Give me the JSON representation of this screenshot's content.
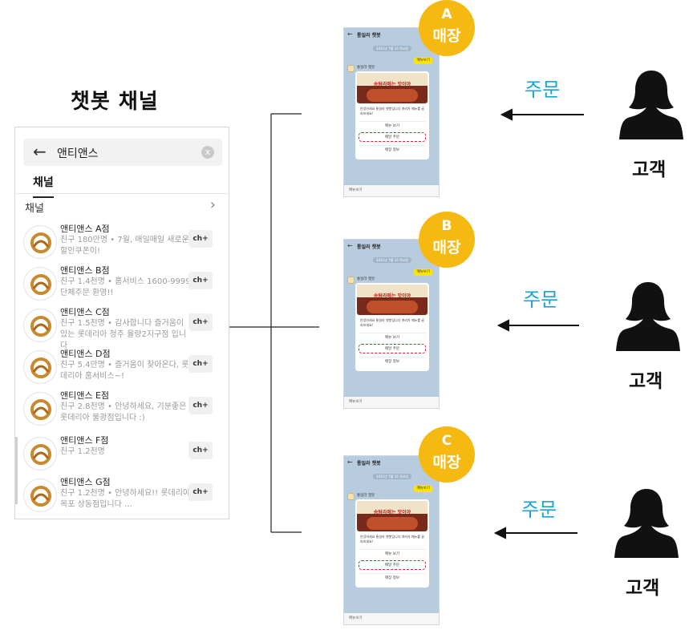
{
  "channel_list": {
    "title": "챗봇 채널",
    "search_query": "앤티앤스",
    "clear_label": "x",
    "tab": "채널",
    "section": "채널",
    "items": [
      {
        "name": "앤티앤스 A점",
        "desc": "친구 180만명 • 7월, 매일매일 새로운 할인쿠폰이!",
        "chat": "ch+"
      },
      {
        "name": "앤티앤스 B점",
        "desc": "친구 1.4천명 • 홈서비스 1600-9999 단체주문 환영!!",
        "chat": "ch+"
      },
      {
        "name": "앤티앤스 C점",
        "desc": "친구 1.5천명 • 감사합니다 즐거움이 있는 롯데리아 청주 율량2지구점 입니다",
        "chat": "ch+"
      },
      {
        "name": "앤티앤스 D점",
        "desc": "친구 5.4만명 • 즐거움이 찾아온다, 롯데리아 홈서비스~!",
        "chat": "ch+"
      },
      {
        "name": "앤티앤스 E점",
        "desc": "친구 2.8천명 • 안녕하세요, 기분좋은 롯데리아 불광점입니다 :)",
        "chat": "ch+"
      },
      {
        "name": "앤티앤스 F점",
        "desc": "친구 1.2천명",
        "chat": "ch+"
      },
      {
        "name": "앤티앤스 G점",
        "desc": "친구 1.2천명 • 안녕하세요!! 롯데리아 목포 상동점입니다 …",
        "chat": "ch+"
      }
    ]
  },
  "phone_screen": {
    "title": "통일라 챗봇",
    "date": "2021년 7월 16 목요일",
    "user_message": "메뉴보기",
    "bot_name": "통일라 챗봇",
    "banner_text": "송탐라매는 맛이야",
    "card_text": "안녕하세요 통일라 챗봇입니다 여러가 메뉴를 골라보세요!",
    "buttons": [
      "메뉴 보기",
      "배달 주문",
      "매장 정보"
    ],
    "footer": "메뉴보기"
  },
  "stores": [
    {
      "letter": "A",
      "label": "매장"
    },
    {
      "letter": "B",
      "label": "매장"
    },
    {
      "letter": "C",
      "label": "매장"
    }
  ],
  "flows": [
    {
      "order_label": "주문",
      "customer_label": "고객"
    },
    {
      "order_label": "주문",
      "customer_label": "고객"
    },
    {
      "order_label": "주문",
      "customer_label": "고객"
    }
  ],
  "colors": {
    "badge": "#f6b912",
    "order_text": "#1aa3d6",
    "phone_bg": "#b8cce0",
    "highlight": "#d0272d",
    "chat_bubble": "#fee500"
  }
}
